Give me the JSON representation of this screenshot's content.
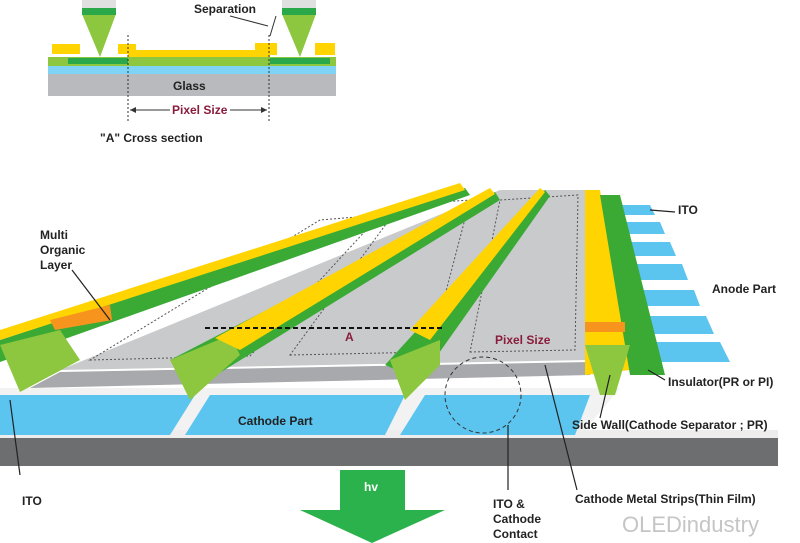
{
  "cross_section": {
    "separation": "Separation",
    "glass": "Glass",
    "pixel_size": "Pixel Size",
    "caption": "\"A\" Cross section"
  },
  "labels": {
    "multi_organic_layer": [
      "Multi",
      "Organic",
      "Layer"
    ],
    "ito_top": "ITO",
    "anode_part": "Anode Part",
    "marker_a": "A",
    "pixel_size": "Pixel Size",
    "insulator": "Insulator(PR or PI)",
    "side_wall": "Side Wall(Cathode Separator ; PR)",
    "cathode_part": "Cathode Part",
    "ito_bottom": "ITO",
    "ito_cathode_contact": [
      "ITO &",
      "Cathode",
      "Contact"
    ],
    "cathode_metal": "Cathode Metal Strips(Thin Film)",
    "hv": "hv"
  },
  "watermark": "OLEDindustry",
  "colors": {
    "green": "#3aaa35",
    "lightgreen": "#8dc63f",
    "yellow": "#ffd400",
    "blue": "#5bc4ef",
    "gray": "#6d6e70",
    "panel": "#c9cacc",
    "orange": "#f7941d"
  }
}
